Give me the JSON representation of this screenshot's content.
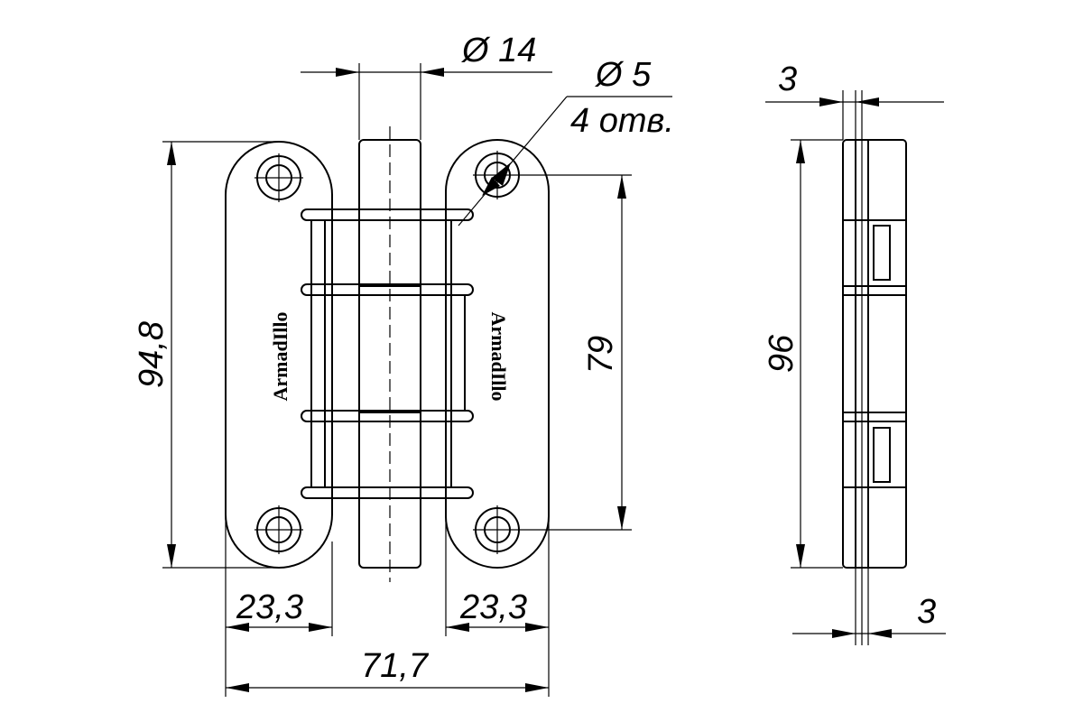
{
  "dimensions": {
    "hole_diameter_large": "Ø 14",
    "hole_diameter_small": "Ø 5",
    "hole_count": "4 отв.",
    "plate_height": "94,8",
    "hole_spacing": "79",
    "plate_width_left": "23,3",
    "plate_width_right": "23,3",
    "total_width": "71,7",
    "side_height": "96",
    "thickness_top": "3",
    "thickness_bottom": "3"
  },
  "brand": {
    "left_plate": "ArmadIllo",
    "right_plate": "ArmadIllo"
  }
}
